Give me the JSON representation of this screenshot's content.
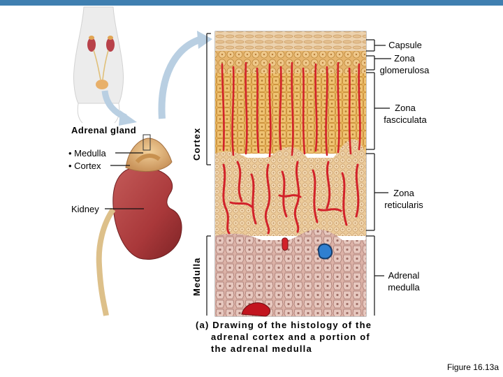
{
  "labels": {
    "adrenal_gland": "Adrenal gland",
    "medulla_bullet": "• Medulla",
    "cortex_bullet": "• Cortex",
    "kidney": "Kidney",
    "cortex_side": "Cortex",
    "medulla_side": "Medulla",
    "capsule": "Capsule",
    "zona_glomerulosa_1": "Zona",
    "zona_glomerulosa_2": "glomerulosa",
    "zona_fasciculata_1": "Zona",
    "zona_fasciculata_2": "fasciculata",
    "zona_reticularis_1": "Zona",
    "zona_reticularis_2": "reticularis",
    "adrenal_medulla_1": "Adrenal",
    "adrenal_medulla_2": "medulla"
  },
  "caption": {
    "line1": "(a) Drawing of the histology of the",
    "line2": "adrenal cortex and a portion of",
    "line3": "the adrenal medulla"
  },
  "figure_ref": "Figure 16.13a",
  "colors": {
    "top_bar": "#3f7fb0",
    "capsule": "#e9c9a0",
    "zona_glomerulosa": "#e6b56e",
    "zona_fasciculata": "#e8b35a",
    "zona_reticularis": "#ecc792",
    "medulla": "#dcb2a7",
    "blood": "#d2222a",
    "vein": "#2f7fd0",
    "kidney": "#a9383a",
    "arrow": "#b9cfe2"
  }
}
